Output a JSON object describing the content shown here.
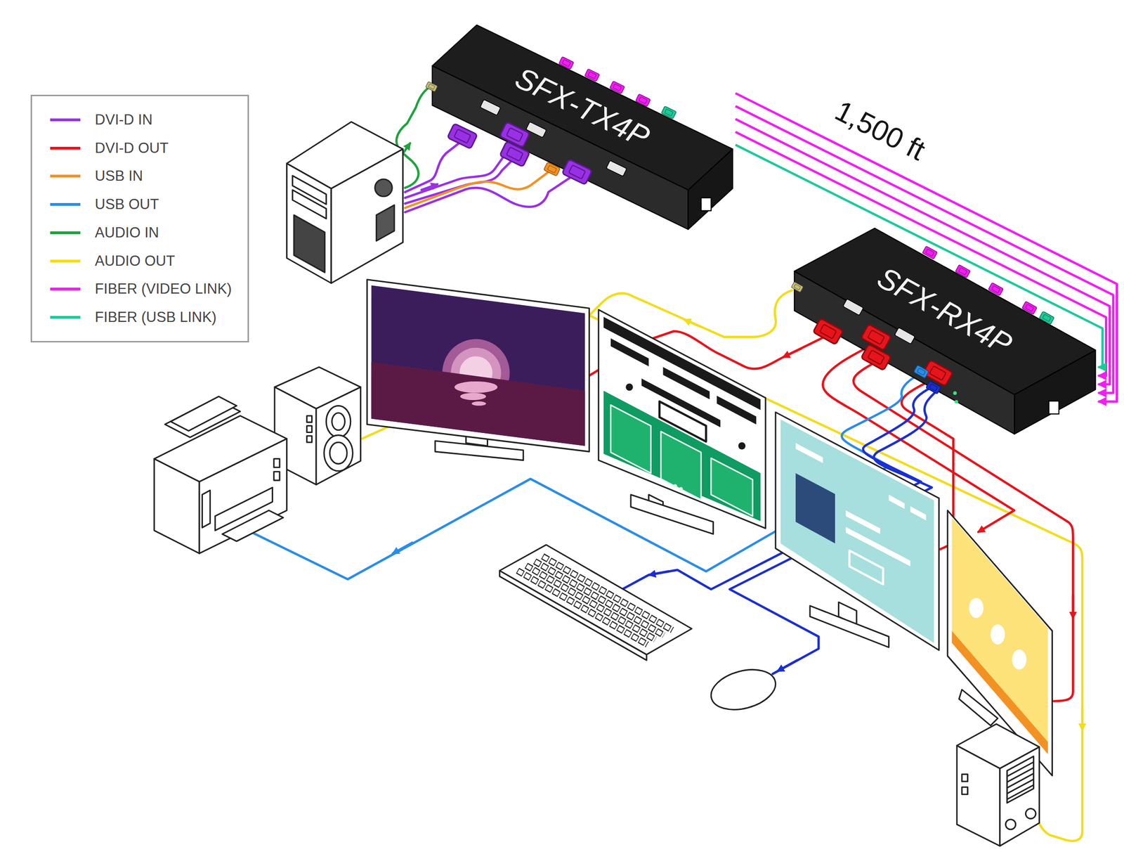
{
  "diagram": {
    "nodes": [
      {
        "text": [
          "SFX-TX4P"
        ]
      },
      {
        "text": [
          "SFX-RX4P"
        ]
      }
    ],
    "edges": [
      {
        "from": 0,
        "to": 1,
        "arrow": "to"
      },
      {
        "from": 0,
        "to": 1,
        "arrow": "to"
      },
      {
        "from": 0,
        "to": 1,
        "arrow": "to"
      },
      {
        "from": 0,
        "to": 1,
        "arrow": "to"
      },
      {
        "from": 0,
        "to": 1,
        "arrow": "to"
      }
    ],
    "labels": [
      "1,500 ft"
    ],
    "legend": [
      {
        "text": "DVI-D IN",
        "color": "#9a30e6"
      },
      {
        "text": "DVI-D OUT",
        "color": "#e8141b"
      },
      {
        "text": "USB IN",
        "color": "#f29224"
      },
      {
        "text": "USB OUT",
        "color": "#2a8de8"
      },
      {
        "text": "AUDIO IN",
        "color": "#1fa33d"
      },
      {
        "text": "AUDIO OUT",
        "color": "#f3dc1c"
      },
      {
        "text": "FIBER (VIDEO LINK)",
        "color": "#f01ff0"
      },
      {
        "text": "FIBER (USB LINK)",
        "color": "#1ec99a"
      }
    ]
  }
}
